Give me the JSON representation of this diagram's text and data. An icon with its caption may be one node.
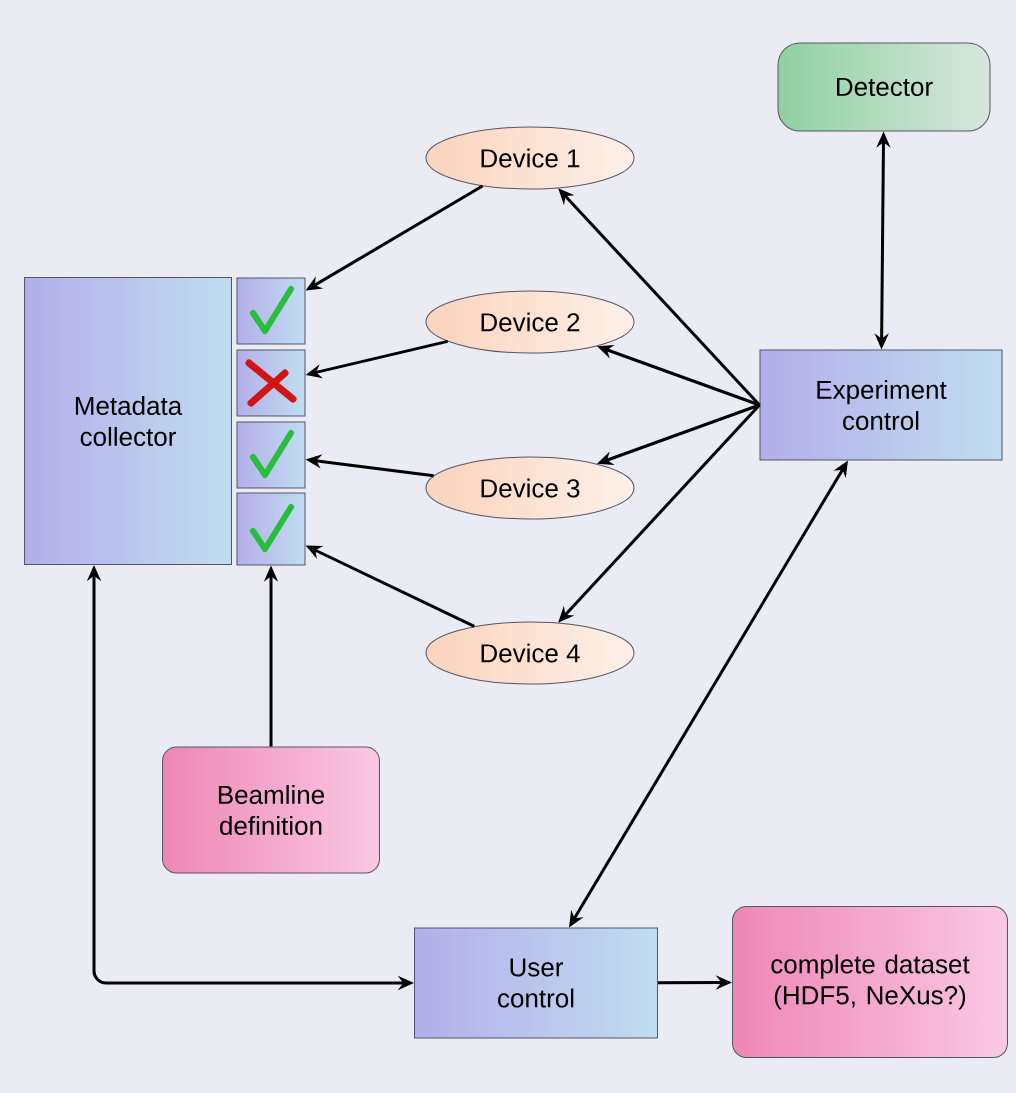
{
  "diagram": {
    "nodes": [
      {
        "text": [
          "Detector"
        ]
      },
      {
        "text": [
          "Device 1"
        ]
      },
      {
        "text": [
          "Device 2"
        ]
      },
      {
        "text": [
          "Device 3"
        ]
      },
      {
        "text": [
          "Device 4"
        ]
      },
      {
        "text": [
          "Metadata collector"
        ]
      },
      {
        "text": [],
        "shape": "box"
      },
      {
        "text": [],
        "shape": "box"
      },
      {
        "text": [],
        "shape": "box"
      },
      {
        "text": [],
        "shape": "box"
      },
      {
        "text": [
          "Experiment control"
        ]
      },
      {
        "text": [
          "Beamline definition"
        ]
      },
      {
        "text": [
          "User control"
        ]
      },
      {
        "text": [
          "complete dataset (HDF5, NeXus?)"
        ]
      }
    ],
    "edges": [
      {
        "from": 1,
        "to": 6,
        "arrow": "to"
      },
      {
        "from": 2,
        "to": 7,
        "arrow": "to"
      },
      {
        "from": 3,
        "to": 8,
        "arrow": "to"
      },
      {
        "from": 4,
        "to": 9,
        "arrow": "to"
      },
      {
        "from": 10,
        "to": 1,
        "arrow": "to"
      },
      {
        "from": 10,
        "to": 2,
        "arrow": "to"
      },
      {
        "from": 10,
        "to": 3,
        "arrow": "to"
      },
      {
        "from": 10,
        "to": 4,
        "arrow": "to"
      },
      {
        "from": 0,
        "to": 10,
        "arrow": "both"
      },
      {
        "from": 10,
        "to": 12,
        "arrow": "both"
      },
      {
        "from": 11,
        "to": 9,
        "arrow": "to"
      },
      {
        "from": 5,
        "to": 12,
        "arrow": "both"
      },
      {
        "from": 12,
        "to": 13,
        "arrow": "to"
      }
    ]
  }
}
